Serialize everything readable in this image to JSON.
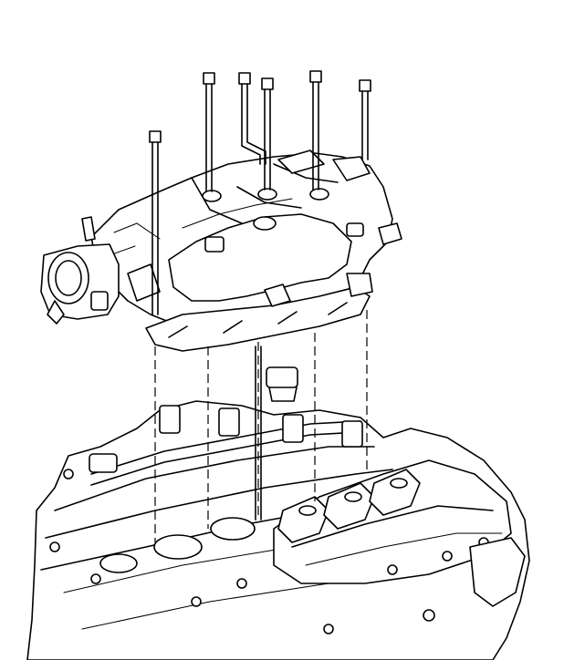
{
  "diagram": {
    "bolt_count": 6,
    "components": [
      "intake-manifold",
      "engine-cylinder-head",
      "manifold-bolts",
      "throttle-body",
      "ignition-coils"
    ],
    "colors": {
      "ink": "#000000",
      "paper": "#ffffff"
    }
  }
}
